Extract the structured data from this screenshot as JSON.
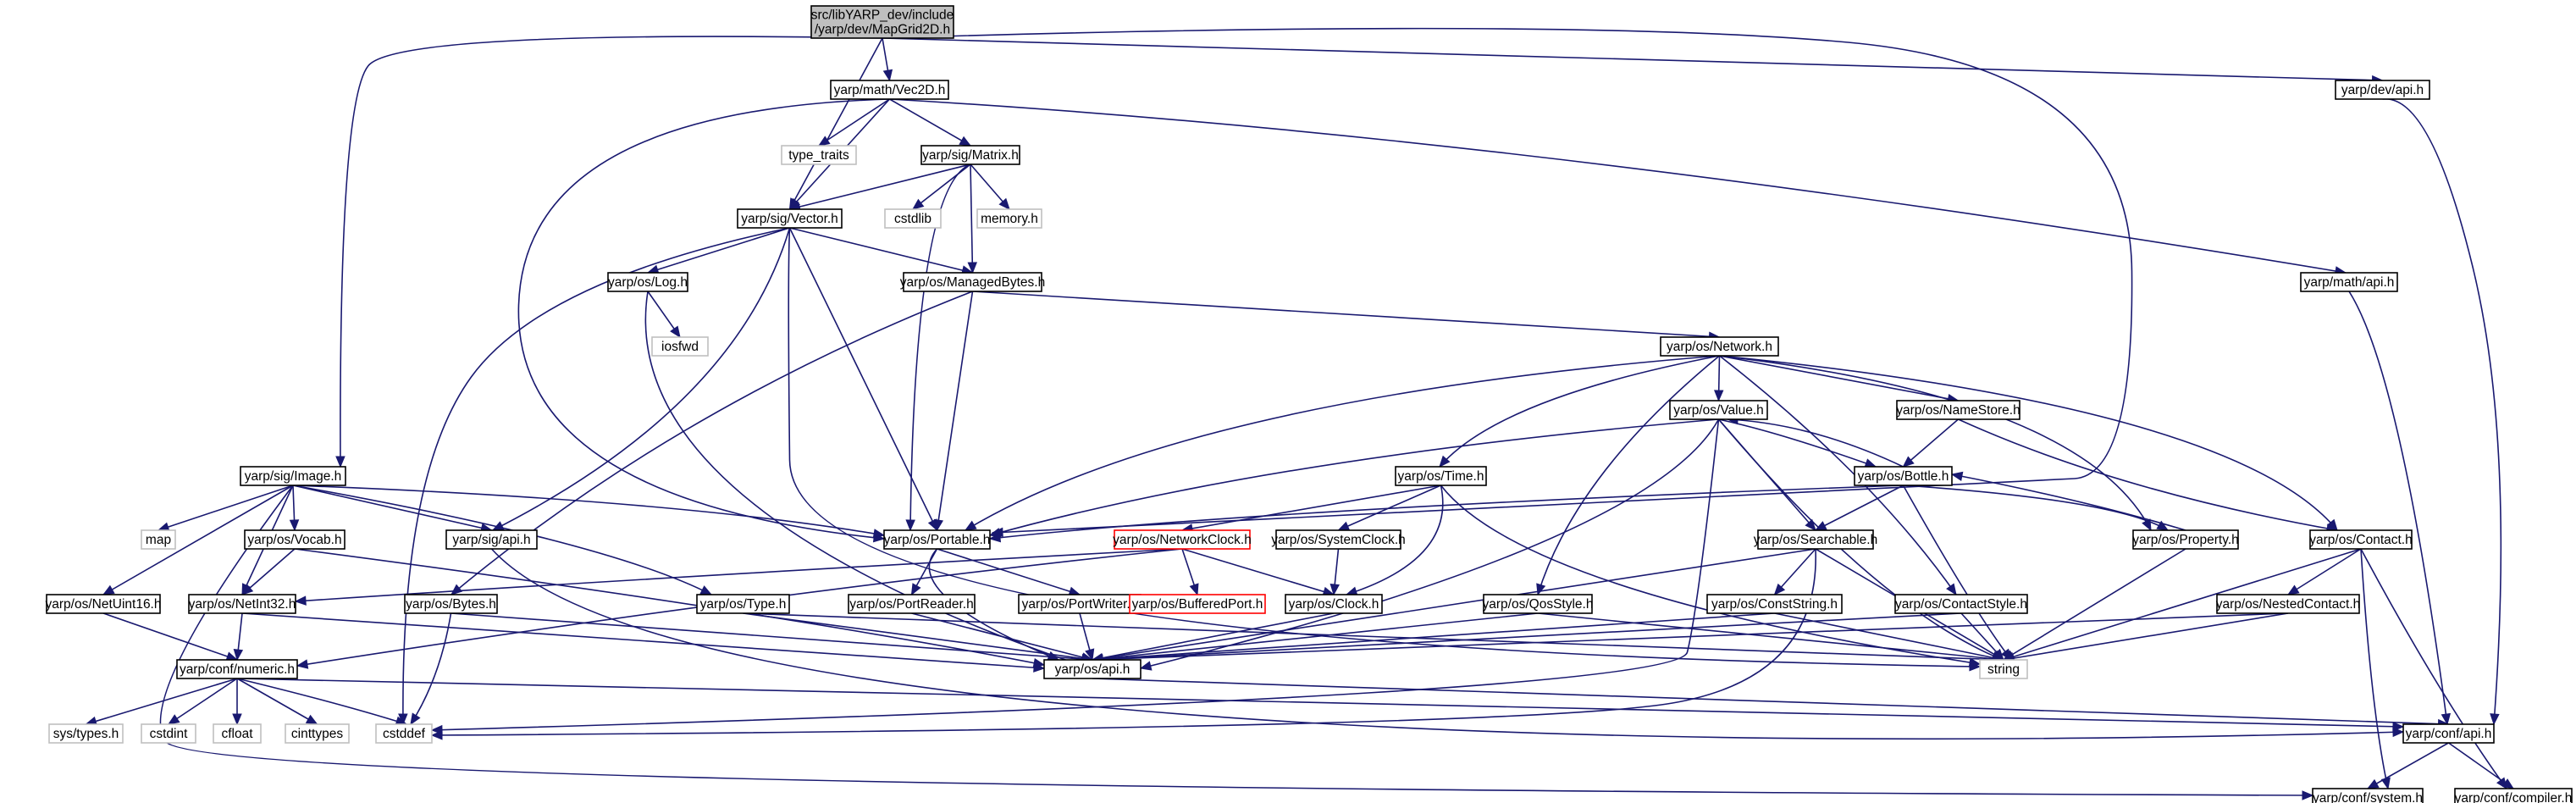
{
  "colors": {
    "edge": "#191970",
    "node_border": "#000000",
    "external_border": "#bfbfbf",
    "root_fill": "#bfbfbf",
    "truncated_border": "#ff0000",
    "background": "#ffffff"
  },
  "nodes": [
    {
      "id": "root",
      "lines": [
        "src/libYARP_dev/include",
        "/yarp/dev/MapGrid2D.h"
      ],
      "kind": "root"
    },
    {
      "id": "vec2d",
      "lines": [
        "yarp/math/Vec2D.h"
      ],
      "kind": "file"
    },
    {
      "id": "devapi",
      "lines": [
        "yarp/dev/api.h"
      ],
      "kind": "file"
    },
    {
      "id": "typetraits",
      "lines": [
        "type_traits"
      ],
      "kind": "external"
    },
    {
      "id": "matrix",
      "lines": [
        "yarp/sig/Matrix.h"
      ],
      "kind": "file"
    },
    {
      "id": "vector",
      "lines": [
        "yarp/sig/Vector.h"
      ],
      "kind": "file"
    },
    {
      "id": "cstdlib",
      "lines": [
        "cstdlib"
      ],
      "kind": "external"
    },
    {
      "id": "memory",
      "lines": [
        "memory.h"
      ],
      "kind": "external"
    },
    {
      "id": "log",
      "lines": [
        "yarp/os/Log.h"
      ],
      "kind": "file"
    },
    {
      "id": "managedbytes",
      "lines": [
        "yarp/os/ManagedBytes.h"
      ],
      "kind": "file"
    },
    {
      "id": "mathapi",
      "lines": [
        "yarp/math/api.h"
      ],
      "kind": "file"
    },
    {
      "id": "iosfwd",
      "lines": [
        "iosfwd"
      ],
      "kind": "external"
    },
    {
      "id": "network",
      "lines": [
        "yarp/os/Network.h"
      ],
      "kind": "file"
    },
    {
      "id": "value",
      "lines": [
        "yarp/os/Value.h"
      ],
      "kind": "file"
    },
    {
      "id": "namestore",
      "lines": [
        "yarp/os/NameStore.h"
      ],
      "kind": "file"
    },
    {
      "id": "image",
      "lines": [
        "yarp/sig/Image.h"
      ],
      "kind": "file"
    },
    {
      "id": "time",
      "lines": [
        "yarp/os/Time.h"
      ],
      "kind": "file"
    },
    {
      "id": "bottle",
      "lines": [
        "yarp/os/Bottle.h"
      ],
      "kind": "file"
    },
    {
      "id": "map",
      "lines": [
        "map"
      ],
      "kind": "external"
    },
    {
      "id": "vocab",
      "lines": [
        "yarp/os/Vocab.h"
      ],
      "kind": "file"
    },
    {
      "id": "sigapi",
      "lines": [
        "yarp/sig/api.h"
      ],
      "kind": "file"
    },
    {
      "id": "portable",
      "lines": [
        "yarp/os/Portable.h"
      ],
      "kind": "file"
    },
    {
      "id": "networkclock",
      "lines": [
        "yarp/os/NetworkClock.h"
      ],
      "kind": "truncated"
    },
    {
      "id": "systemclock",
      "lines": [
        "yarp/os/SystemClock.h"
      ],
      "kind": "file"
    },
    {
      "id": "searchable",
      "lines": [
        "yarp/os/Searchable.h"
      ],
      "kind": "file"
    },
    {
      "id": "property",
      "lines": [
        "yarp/os/Property.h"
      ],
      "kind": "file"
    },
    {
      "id": "contact",
      "lines": [
        "yarp/os/Contact.h"
      ],
      "kind": "file"
    },
    {
      "id": "netuint16",
      "lines": [
        "yarp/os/NetUint16.h"
      ],
      "kind": "file"
    },
    {
      "id": "netint32",
      "lines": [
        "yarp/os/NetInt32.h"
      ],
      "kind": "file"
    },
    {
      "id": "bytes",
      "lines": [
        "yarp/os/Bytes.h"
      ],
      "kind": "file"
    },
    {
      "id": "type",
      "lines": [
        "yarp/os/Type.h"
      ],
      "kind": "file"
    },
    {
      "id": "portreader",
      "lines": [
        "yarp/os/PortReader.h"
      ],
      "kind": "file"
    },
    {
      "id": "portwriter",
      "lines": [
        "yarp/os/PortWriter.h"
      ],
      "kind": "file"
    },
    {
      "id": "bufferedport",
      "lines": [
        "yarp/os/BufferedPort.h"
      ],
      "kind": "truncated"
    },
    {
      "id": "clock",
      "lines": [
        "yarp/os/Clock.h"
      ],
      "kind": "file"
    },
    {
      "id": "qosstyle",
      "lines": [
        "yarp/os/QosStyle.h"
      ],
      "kind": "file"
    },
    {
      "id": "conststring",
      "lines": [
        "yarp/os/ConstString.h"
      ],
      "kind": "file"
    },
    {
      "id": "contactstyle",
      "lines": [
        "yarp/os/ContactStyle.h"
      ],
      "kind": "file"
    },
    {
      "id": "nestedcontact",
      "lines": [
        "yarp/os/NestedContact.h"
      ],
      "kind": "file"
    },
    {
      "id": "numeric",
      "lines": [
        "yarp/conf/numeric.h"
      ],
      "kind": "file"
    },
    {
      "id": "osapi",
      "lines": [
        "yarp/os/api.h"
      ],
      "kind": "file"
    },
    {
      "id": "string",
      "lines": [
        "string"
      ],
      "kind": "external"
    },
    {
      "id": "systypes",
      "lines": [
        "sys/types.h"
      ],
      "kind": "external"
    },
    {
      "id": "cstdint",
      "lines": [
        "cstdint"
      ],
      "kind": "external"
    },
    {
      "id": "cfloat",
      "lines": [
        "cfloat"
      ],
      "kind": "external"
    },
    {
      "id": "cinttypes",
      "lines": [
        "cinttypes"
      ],
      "kind": "external"
    },
    {
      "id": "cstddef",
      "lines": [
        "cstddef"
      ],
      "kind": "external"
    },
    {
      "id": "confapi",
      "lines": [
        "yarp/conf/api.h"
      ],
      "kind": "file"
    },
    {
      "id": "system",
      "lines": [
        "yarp/conf/system.h"
      ],
      "kind": "file"
    },
    {
      "id": "compiler",
      "lines": [
        "yarp/conf/compiler.h"
      ],
      "kind": "file"
    }
  ],
  "edges": [
    [
      "root",
      "vec2d"
    ],
    [
      "root",
      "devapi"
    ],
    [
      "root",
      "image"
    ],
    [
      "root",
      "vector"
    ],
    [
      "root",
      "portable"
    ],
    [
      "vec2d",
      "typetraits"
    ],
    [
      "vec2d",
      "matrix"
    ],
    [
      "vec2d",
      "vector"
    ],
    [
      "vec2d",
      "mathapi"
    ],
    [
      "vec2d",
      "portable"
    ],
    [
      "devapi",
      "confapi"
    ],
    [
      "matrix",
      "vector"
    ],
    [
      "matrix",
      "cstdlib"
    ],
    [
      "matrix",
      "memory"
    ],
    [
      "matrix",
      "managedbytes"
    ],
    [
      "matrix",
      "portable"
    ],
    [
      "vector",
      "log"
    ],
    [
      "vector",
      "managedbytes"
    ],
    [
      "vector",
      "portable"
    ],
    [
      "vector",
      "sigapi"
    ],
    [
      "vector",
      "cstddef"
    ],
    [
      "vector",
      "string"
    ],
    [
      "log",
      "iosfwd"
    ],
    [
      "log",
      "osapi"
    ],
    [
      "managedbytes",
      "network"
    ],
    [
      "managedbytes",
      "portable"
    ],
    [
      "managedbytes",
      "bytes"
    ],
    [
      "mathapi",
      "confapi"
    ],
    [
      "network",
      "value"
    ],
    [
      "network",
      "namestore"
    ],
    [
      "network",
      "time"
    ],
    [
      "network",
      "portable"
    ],
    [
      "network",
      "property"
    ],
    [
      "network",
      "contact"
    ],
    [
      "network",
      "qosstyle"
    ],
    [
      "network",
      "contactstyle"
    ],
    [
      "value",
      "bottle"
    ],
    [
      "value",
      "searchable"
    ],
    [
      "value",
      "portable"
    ],
    [
      "value",
      "osapi"
    ],
    [
      "value",
      "string"
    ],
    [
      "value",
      "cstddef"
    ],
    [
      "namestore",
      "bottle"
    ],
    [
      "namestore",
      "contact"
    ],
    [
      "bottle",
      "value"
    ],
    [
      "bottle",
      "portable"
    ],
    [
      "bottle",
      "searchable"
    ],
    [
      "bottle",
      "property"
    ],
    [
      "bottle",
      "string"
    ],
    [
      "property",
      "bottle"
    ],
    [
      "property",
      "string"
    ],
    [
      "image",
      "map"
    ],
    [
      "image",
      "vocab"
    ],
    [
      "image",
      "sigapi"
    ],
    [
      "image",
      "portable"
    ],
    [
      "image",
      "netuint16"
    ],
    [
      "image",
      "netint32"
    ],
    [
      "image",
      "type"
    ],
    [
      "image",
      "system"
    ],
    [
      "vocab",
      "netint32"
    ],
    [
      "vocab",
      "osapi"
    ],
    [
      "sigapi",
      "confapi"
    ],
    [
      "time",
      "networkclock"
    ],
    [
      "time",
      "systemclock"
    ],
    [
      "time",
      "clock"
    ],
    [
      "time",
      "string"
    ],
    [
      "portable",
      "portreader"
    ],
    [
      "portable",
      "portwriter"
    ],
    [
      "portable",
      "osapi"
    ],
    [
      "networkclock",
      "bufferedport"
    ],
    [
      "networkclock",
      "clock"
    ],
    [
      "networkclock",
      "netint32"
    ],
    [
      "networkclock",
      "numeric"
    ],
    [
      "systemclock",
      "clock"
    ],
    [
      "searchable",
      "conststring"
    ],
    [
      "searchable",
      "string"
    ],
    [
      "searchable",
      "osapi"
    ],
    [
      "searchable",
      "cstddef"
    ],
    [
      "contact",
      "nestedcontact"
    ],
    [
      "contact",
      "string"
    ],
    [
      "contact",
      "system"
    ],
    [
      "contact",
      "compiler"
    ],
    [
      "netuint16",
      "numeric"
    ],
    [
      "netint32",
      "numeric"
    ],
    [
      "netint32",
      "osapi"
    ],
    [
      "bytes",
      "osapi"
    ],
    [
      "bytes",
      "cstddef"
    ],
    [
      "type",
      "osapi"
    ],
    [
      "type",
      "string"
    ],
    [
      "portreader",
      "osapi"
    ],
    [
      "portwriter",
      "osapi"
    ],
    [
      "clock",
      "osapi"
    ],
    [
      "qosstyle",
      "osapi"
    ],
    [
      "qosstyle",
      "string"
    ],
    [
      "conststring",
      "osapi"
    ],
    [
      "conststring",
      "string"
    ],
    [
      "contactstyle",
      "osapi"
    ],
    [
      "contactstyle",
      "string"
    ],
    [
      "nestedcontact",
      "osapi"
    ],
    [
      "nestedcontact",
      "string"
    ],
    [
      "numeric",
      "systypes"
    ],
    [
      "numeric",
      "cstdint"
    ],
    [
      "numeric",
      "cfloat"
    ],
    [
      "numeric",
      "cinttypes"
    ],
    [
      "numeric",
      "cstddef"
    ],
    [
      "numeric",
      "confapi"
    ],
    [
      "osapi",
      "confapi"
    ],
    [
      "confapi",
      "system"
    ],
    [
      "confapi",
      "compiler"
    ]
  ]
}
